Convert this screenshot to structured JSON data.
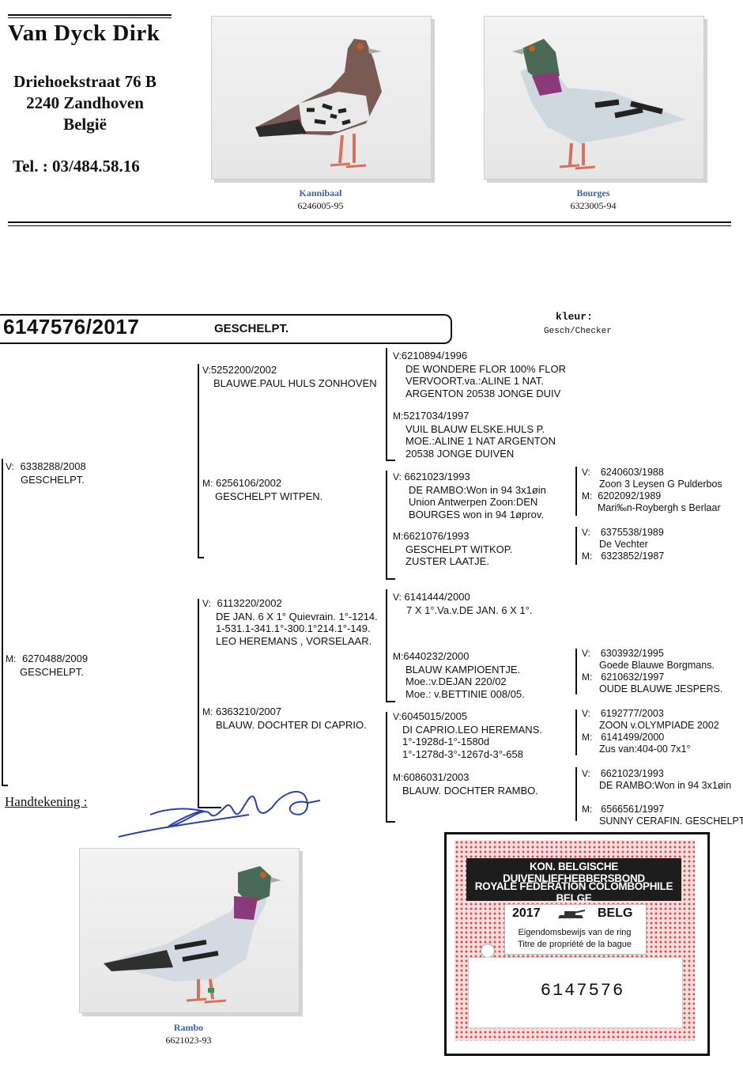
{
  "owner": {
    "name": "Van Dyck Dirk",
    "street": "Driehoekstraat 76 B",
    "city": "2240 Zandhoven",
    "country": "België",
    "tel": "Tel. : 03/484.58.16"
  },
  "photos": [
    {
      "name": "Kannibaal",
      "ring": "6246005-95"
    },
    {
      "name": "Bourges",
      "ring": "6323005-94"
    },
    {
      "name": "Rambo",
      "ring": "6621023-93"
    }
  ],
  "main": {
    "ring": "6147576/2017",
    "color": "GESCHELPT.",
    "kleur_label": "kleur:",
    "kleur_value": "Gesch/Checker"
  },
  "gen1": {
    "sire": {
      "prefix": "V:",
      "l1": "6338288/2008",
      "l2": "GESCHELPT."
    },
    "dam": {
      "prefix": "M:",
      "l1": "6270488/2009",
      "l2": "GESCHELPT."
    }
  },
  "gen2": {
    "ss": {
      "prefix": "V:",
      "l1": "5252200/2002",
      "l2": "BLAUWE.PAUL HULS ZONHOVEN"
    },
    "sd": {
      "prefix": "M:",
      "l1": "6256106/2002",
      "l2": "GESCHELPT WITPEN."
    },
    "ds": {
      "prefix": "V:",
      "l1": "6113220/2002",
      "l2": "DE JAN. 6 X 1° Quievrain. 1°-1214.",
      "l3": "1-531.1-341.1°-300.1°214.1°-149.",
      "l4": "LEO HEREMANS , VORSELAAR."
    },
    "dd": {
      "prefix": "M:",
      "l1": "6363210/2007",
      "l2": "BLAUW. DOCHTER DI CAPRIO."
    }
  },
  "gen3": {
    "sss": {
      "prefix": "V:",
      "l1": "6210894/1996",
      "l2": "DE WONDERE FLOR 100% FLOR",
      "l3": "VERVOORT.va.:ALINE 1 NAT.",
      "l4": "ARGENTON 20538 JONGE DUIV"
    },
    "ssd": {
      "prefix": "M:",
      "l1": "5217034/1997",
      "l2": "VUIL BLAUW ELSKE.HULS P.",
      "l3": "MOE.:ALINE 1 NAT ARGENTON",
      "l4": "20538 JONGE DUIVEN"
    },
    "sds": {
      "prefix": "V:",
      "l1": "6621023/1993",
      "l2": "DE RAMBO:Won in 94 3x1øin",
      "l3": "Union Antwerpen Zoon:DEN",
      "l4": "BOURGES won in 94 1øprov."
    },
    "sdd": {
      "prefix": "M:",
      "l1": "6621076/1993",
      "l2": "GESCHELPT WITKOP.",
      "l3": "ZUSTER LAATJE."
    },
    "dss": {
      "prefix": "V:",
      "l1": "6141444/2000",
      "l2": "7 X 1°.Va.v.DE JAN. 6 X 1°."
    },
    "dsd": {
      "prefix": "M:",
      "l1": "6440232/2000",
      "l2": "BLAUW KAMPIOENTJE.",
      "l3": "Moe.:v.DEJAN 220/02",
      "l4": "Moe.: v.BETTINIE 008/05."
    },
    "dds": {
      "prefix": "V:",
      "l1": "6045015/2005",
      "l2": "DI CAPRIO.LEO HEREMANS.",
      "l3": "1°-1928d-1°-1580d",
      "l4": "1°-1278d-3°-1267d-3°-658"
    },
    "ddd": {
      "prefix": "M:",
      "l1": "6086031/2003",
      "l2": "BLAUW. DOCHTER RAMBO."
    }
  },
  "gen4": {
    "a": {
      "vp": "V:",
      "v1": "6240603/1988",
      "v2": "Zoon 3 Leysen G Pulderbos",
      "mp": "M:",
      "m1": "6202092/1989",
      "m2": "Mari‰n-Roybergh s Berlaar"
    },
    "b": {
      "vp": "V:",
      "v1": "6375538/1989",
      "v2": "De Vechter",
      "mp": "M:",
      "m1": "6323852/1987"
    },
    "c": {
      "vp": "V:",
      "v1": "6303932/1995",
      "v2": "Goede Blauwe Borgmans.",
      "mp": "M:",
      "m1": "6210632/1997",
      "m2": "OUDE BLAUWE JESPERS."
    },
    "d": {
      "vp": "V:",
      "v1": "6192777/2003",
      "v2": "ZOON v.OLYMPIADE 2002",
      "mp": "M:",
      "m1": "6141499/2000",
      "m2": "Zus van:404-00 7x1°"
    },
    "e": {
      "vp": "V:",
      "v1": "6621023/1993",
      "v2": "DE RAMBO:Won in 94 3x1øin",
      "mp": "M:",
      "m1": "6566561/1997",
      "m2": "SUNNY CERAFIN. GESCHELPT"
    }
  },
  "signature": {
    "label": "Handtekening :"
  },
  "certificate": {
    "line1": "KON. BELGISCHE DUIVENLIEFHEBBERSBOND",
    "line2": "ROYALE FÉDÉRATION COLOMBOPHILE BELGE",
    "year": "2017",
    "country": "BELG",
    "desc_nl": "Eigendomsbewijs van de ring",
    "desc_fr": "Titre de propriété de la bague",
    "number": "6147576"
  }
}
